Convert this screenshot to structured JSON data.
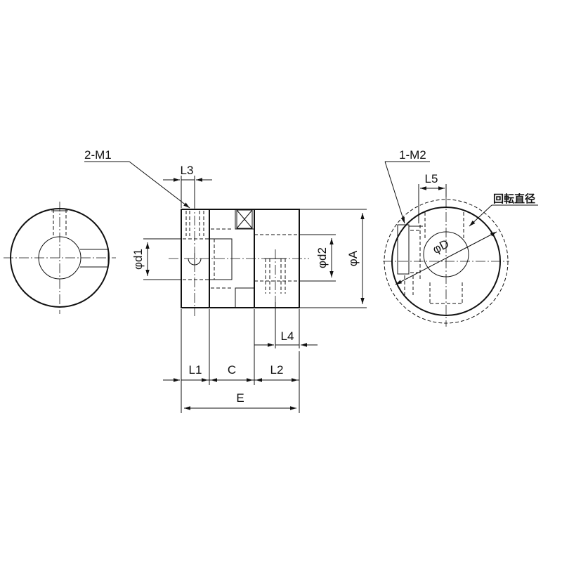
{
  "labels": {
    "m1": "2-M1",
    "m2": "1-M2",
    "l1": "L1",
    "l2": "L2",
    "l3": "L3",
    "l4": "L4",
    "l5": "L5",
    "c": "C",
    "e": "E",
    "d1": "φd1",
    "d2": "φd2",
    "a": "φA",
    "d": "φD",
    "rotation_diameter": "回転直径"
  }
}
